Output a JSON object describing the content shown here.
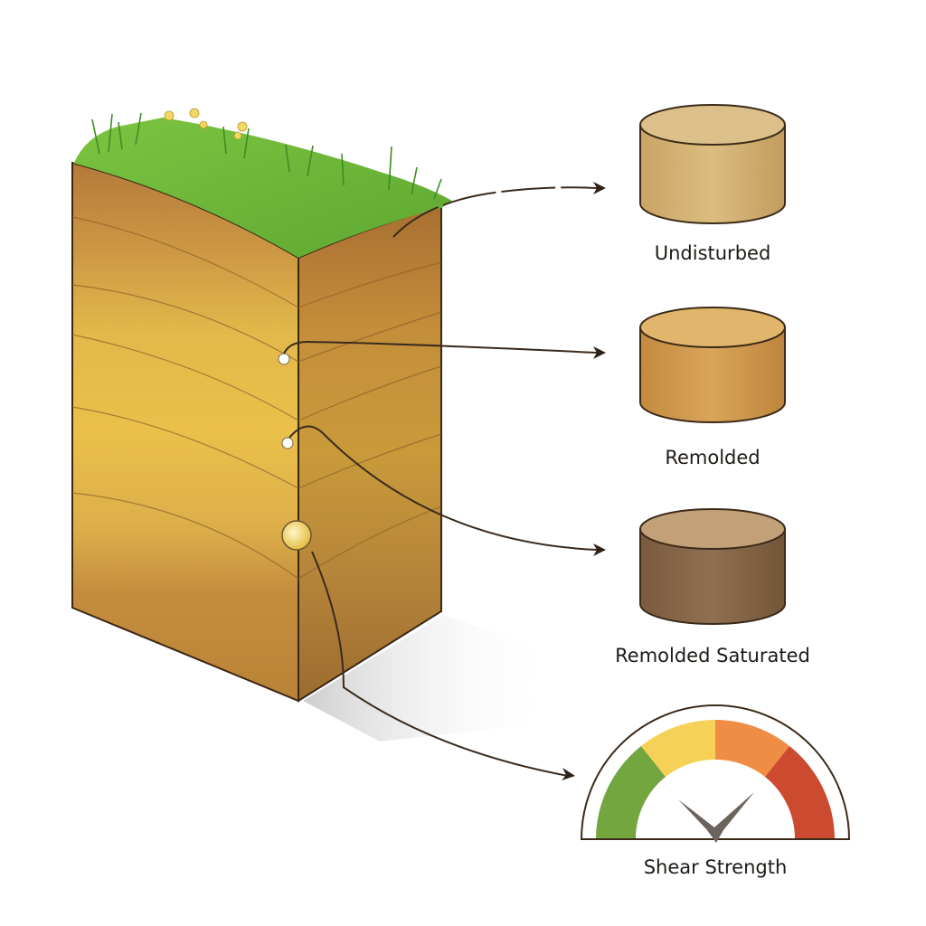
{
  "diagram": {
    "subject": "Soil profile block with sampling points",
    "soil_block": {
      "surface": "grass with yellow flowers",
      "layers": [
        {
          "name": "topsoil",
          "color": "#b07a34"
        },
        {
          "name": "upper-subsoil",
          "color": "#d4a640"
        },
        {
          "name": "mid-subsoil",
          "color": "#e3bc45"
        },
        {
          "name": "lower-subsoil",
          "color": "#d6a846"
        },
        {
          "name": "base-layer",
          "color": "#bf8a3c"
        }
      ],
      "sample_points": 3
    },
    "samples": [
      {
        "label": "Undisturbed",
        "color": "#d9b879"
      },
      {
        "label": "Remolded",
        "color": "#d6a055"
      },
      {
        "label": "Remolded Saturated",
        "color": "#8a6a4b"
      }
    ],
    "gauge": {
      "label": "Shear Strength",
      "segments": [
        {
          "name": "low",
          "color": "#73a63e"
        },
        {
          "name": "medium-low",
          "color": "#f5d257"
        },
        {
          "name": "medium-high",
          "color": "#f08d45"
        },
        {
          "name": "high",
          "color": "#cc4a2f"
        }
      ],
      "needle_color": "#6b645c"
    }
  }
}
